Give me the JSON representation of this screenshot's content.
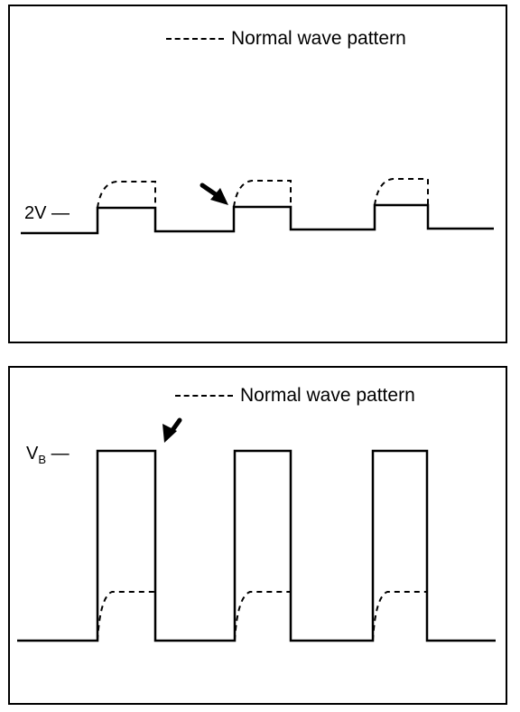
{
  "panels": [
    {
      "legend": "Normal wave pattern",
      "level_label": "2V —"
    },
    {
      "legend": "Normal wave pattern",
      "level_label_main": "V",
      "level_label_sub": "B",
      "level_label_dash": " —"
    }
  ],
  "icons": {
    "arrow": "arrow-icon"
  }
}
